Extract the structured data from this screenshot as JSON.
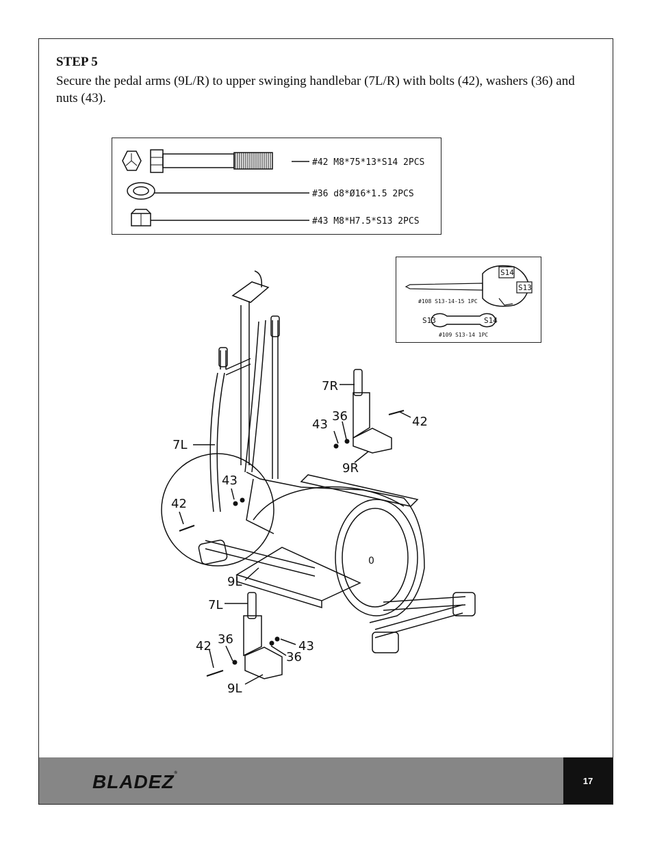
{
  "step": {
    "title": "STEP 5",
    "text": "Secure the pedal arms (9L/R) to upper swinging handlebar (7L/R) with bolts (42), washers (36) and nuts (43)."
  },
  "hardware": {
    "bolt_label": "#42 M8*75*13*S14 2PCS",
    "washer_label": "#36 d8*Ø16*1.5 2PCS",
    "nut_label": "#43 M8*H7.5*S13 2PCS"
  },
  "tools": {
    "multi_tool_label": "#108 S13-14-15 1PC",
    "wrench_label": "#109 S13-14 1PC",
    "s14_top": "S14",
    "s13_right": "S13",
    "s13_wrench": "S13",
    "s14_wrench": "S14"
  },
  "callouts": {
    "c7l_main": "7L",
    "c7r": "7R",
    "c36_right": "36",
    "c43_right": "43",
    "c42_right": "42",
    "c9r": "9R",
    "c43_left": "43",
    "c42_left": "42",
    "c9l_main": "9L",
    "c7l_detail": "7L",
    "c42_detail": "42",
    "c36_detail": "36",
    "c43_detail": "43",
    "c36_detail2": "36",
    "c9l_detail": "9L",
    "c0": "0"
  },
  "footer": {
    "brand": "BLADEZ",
    "page": "17"
  }
}
